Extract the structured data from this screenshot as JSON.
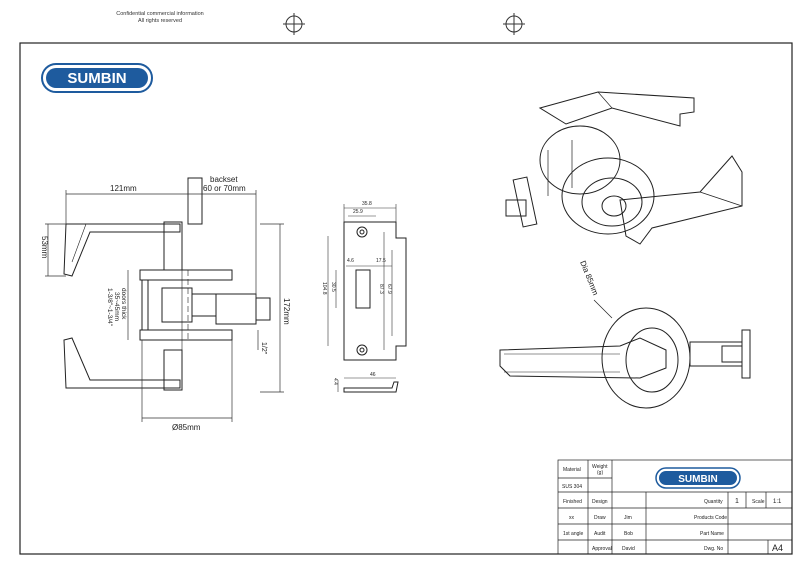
{
  "header": {
    "confidential_line1": "Confidential commercial information",
    "confidential_line2": "All rights reserved"
  },
  "brand": {
    "logo_text": "SUMBIN"
  },
  "front_view": {
    "width_dim": "121mm",
    "backset_label": "backset",
    "backset_value": "60 or 70mm",
    "lever_height": "53mm",
    "door_thick_line1": "doors thick",
    "door_thick_line2": "35~45mm",
    "door_thick_line3": "1-3/8\"~1-3/4\"",
    "overall_height": "172mm",
    "half_inch": "1/2\"",
    "rose_diameter": "Ø85mm"
  },
  "strike_plate": {
    "top_width": "35.8",
    "inner_width": "25.9",
    "slot_offset": "4.6",
    "slot_width": "17.5",
    "total_height": "104.8",
    "slot_height": "30.5",
    "hole_spacing": "87.3",
    "side_height": "67.9",
    "lip_depth": "4.4",
    "lip_width": "46"
  },
  "side_view": {
    "rose_label": "Dia 85mm"
  },
  "title_block": {
    "material_label": "Material",
    "material_value": "SUS 304",
    "weight_label": "Weight",
    "weight_unit": "(g)",
    "finished_label": "Finished",
    "design_label": "Design",
    "quantity_label": "Quantity",
    "quantity_value": "1",
    "scale_label": "Scale",
    "scale_value": "1:1",
    "row3_left": "xx",
    "draw_label": "Draw",
    "draw_value": "Jim",
    "product_code_label": "Products Code",
    "angle_label": "1st angle",
    "audit_label": "Audit",
    "audit_value": "Bob",
    "part_name_label": "Part Name",
    "approval_label": "Approval",
    "approval_value": "David",
    "dwg_label": "Dwg. No",
    "sheet_size": "A4"
  }
}
